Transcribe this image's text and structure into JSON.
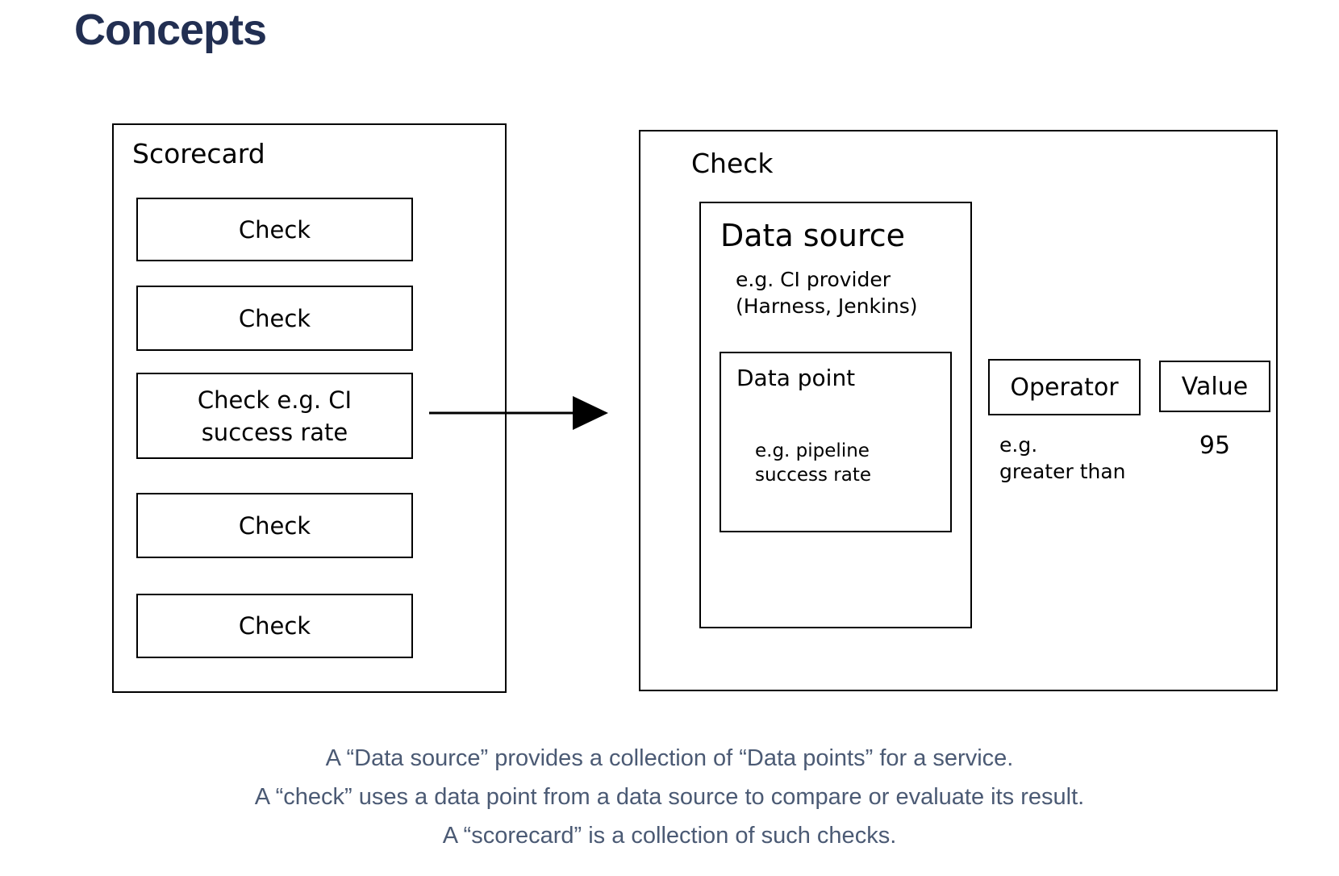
{
  "page": {
    "title": "Concepts"
  },
  "colors": {
    "title": "#222f52",
    "diagram_stroke": "#000000",
    "caption_text": "#4b5a74",
    "background": "#ffffff"
  },
  "scorecard": {
    "label": "Scorecard",
    "checks": [
      {
        "label": "Check"
      },
      {
        "label": "Check"
      },
      {
        "label_line1": "Check e.g. CI",
        "label_line2": "success rate"
      },
      {
        "label": "Check"
      },
      {
        "label": "Check"
      }
    ]
  },
  "check_detail": {
    "label": "Check",
    "data_source": {
      "label": "Data source",
      "example_line1": "e.g. CI provider",
      "example_line2": "(Harness, Jenkins)",
      "data_point": {
        "label": "Data point",
        "example_line1": "e.g. pipeline",
        "example_line2": "success rate"
      }
    },
    "operator": {
      "label": "Operator",
      "example_line1": "e.g.",
      "example_line2": "greater than"
    },
    "value": {
      "label": "Value",
      "example": "95"
    }
  },
  "caption": {
    "lines": [
      "A “Data source” provides a collection of “Data points” for a service.",
      "A “check” uses a data point from a data source to compare or evaluate its result.",
      "A “scorecard” is a collection of such checks."
    ]
  }
}
